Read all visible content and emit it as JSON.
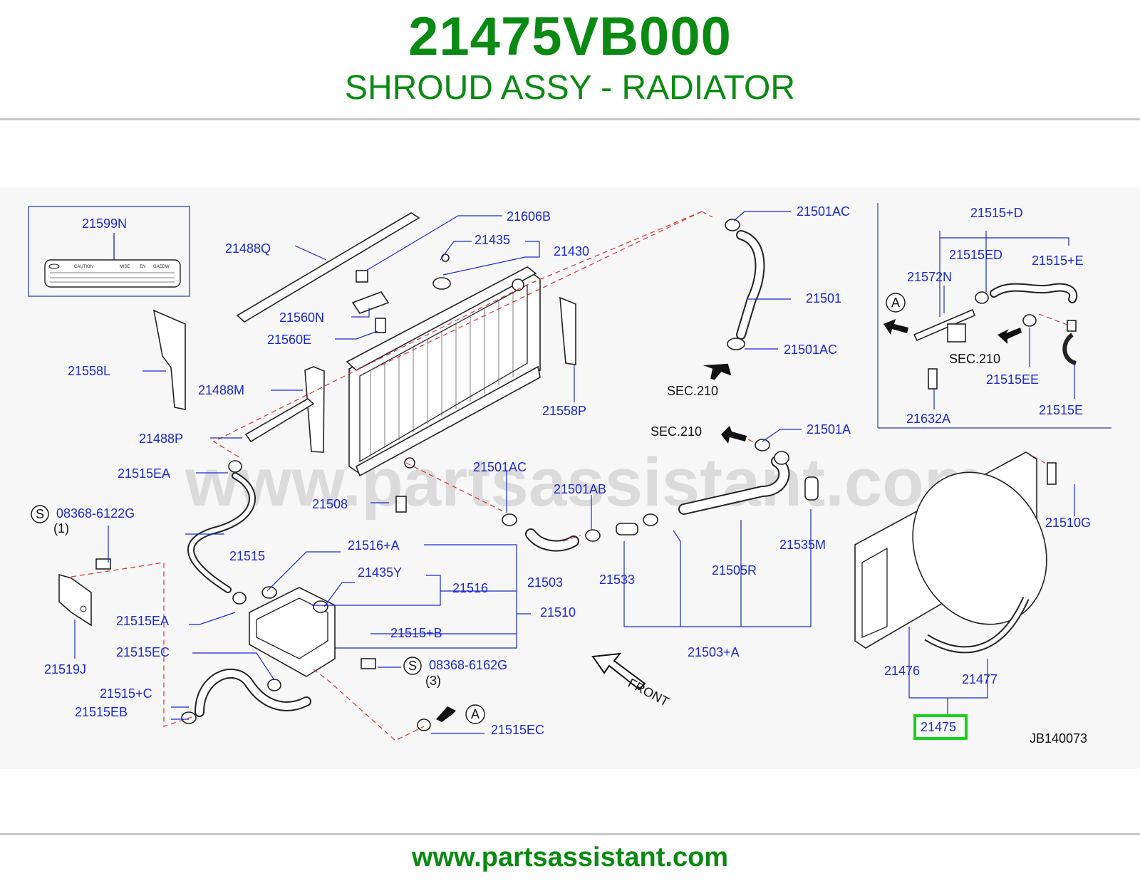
{
  "header": {
    "part_number": "21475VB000",
    "description": "SHROUD ASSY - RADIATOR"
  },
  "footer": {
    "url": "www.partsassistant.com"
  },
  "watermark": "www.partsassistant.com",
  "colors": {
    "brand_green": "#0a8a12",
    "label_blue": "#1a2ad0",
    "highlight": "#18d018",
    "leader_red": "#e0302a"
  },
  "labels": {
    "l21599N": "21599N",
    "l21488Q": "21488Q",
    "l21606B": "21606B",
    "l21435": "21435",
    "l21430": "21430",
    "l21560N": "21560N",
    "l21560E": "21560E",
    "l21558L": "21558L",
    "l21488M": "21488M",
    "l21488P": "21488P",
    "l21515EA_1": "21515EA",
    "l21501AC_1": "21501AC",
    "l21501": "21501",
    "l21501AC_2": "21501AC",
    "lSEC210_1": "SEC.210",
    "l21558P": "21558P",
    "lSEC210_2": "SEC.210",
    "l21501A": "21501A",
    "l21501AC_3": "21501AC",
    "l21508": "21508",
    "l21501AB": "21501AB",
    "l21535M": "21535M",
    "lbolt1": "08368-6122G",
    "lbolt1_qty": "(1)",
    "l21515": "21515",
    "l21516A": "21516+A",
    "l21435Y": "21435Y",
    "l21516": "21516",
    "l21503": "21503",
    "l21533": "21533",
    "l21505R": "21505R",
    "l21510": "21510",
    "l21515EA_2": "21515EA",
    "l21515B": "21515+B",
    "l21519J": "21519J",
    "l21515EC_1": "21515EC",
    "lbolt2": "08368-6162G",
    "lbolt2_qty": "(3)",
    "l21503A": "21503+A",
    "lFRONT": "FRONT",
    "l21515C": "21515+C",
    "l21515EB": "21515EB",
    "l21515EC_2": "21515EC",
    "l21515D": "21515+D",
    "l21515ED": "21515ED",
    "l21515E_plus": "21515+E",
    "l21572N": "21572N",
    "lSEC210_3": "SEC.210",
    "l21515EE": "21515EE",
    "l21632A": "21632A",
    "l21515E": "21515E",
    "l21510G": "21510G",
    "l21476": "21476",
    "l21477": "21477",
    "l21475": "21475",
    "lJB": "JB140073",
    "lS1": "S",
    "lS2": "S",
    "lA1": "A",
    "lA2": "A",
    "caution_text": "CAUTION",
    "mise_text": "MISE",
    "en_text": "EN",
    "gaedw_text": "GAEDW"
  }
}
